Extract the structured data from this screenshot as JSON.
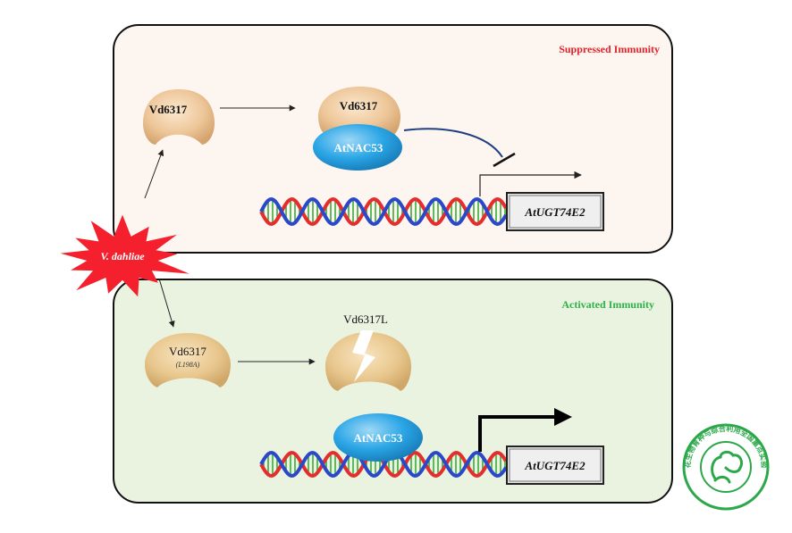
{
  "panels": {
    "top": {
      "label": "Suppressed Immunity",
      "label_color": "#e5212a",
      "background": "#fdf5f0"
    },
    "bottom": {
      "label": "Activated Immunity",
      "label_color": "#2db34a",
      "background": "#eaf2e0"
    }
  },
  "pathogen": {
    "label": "V. dahliae",
    "color": "#f4202e"
  },
  "top_panel": {
    "effector_free": "Vd6317",
    "effector_bound": "Vd6317",
    "transcription_factor": "AtNAC53",
    "gene": "AtUGT74E2"
  },
  "bottom_panel": {
    "effector_mutant": "Vd6317",
    "effector_mutant_sub": "(L198A)",
    "effector_broken": "Vd6317L",
    "transcription_factor": "AtNAC53",
    "gene": "AtUGT74E2"
  },
  "colors": {
    "effector_fill": "#eec79a",
    "effector_mutant_fill": "#e9c88f",
    "tf_fill": "#2ba6e6",
    "dna_red": "#e52d2d",
    "dna_blue": "#2a48c9",
    "dna_green": "#3aaa3a",
    "stamp": "#2ba84a"
  },
  "stamp": {
    "text": "棉花生物育种与综合利用全国重点实验室",
    "icon": "cotton-boll-icon"
  }
}
